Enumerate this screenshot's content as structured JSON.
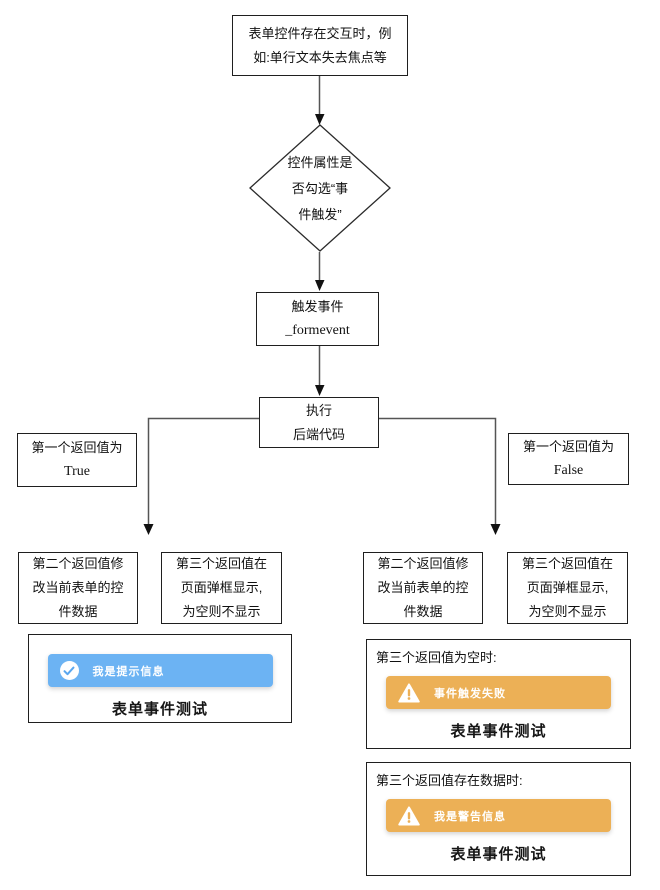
{
  "nodes": {
    "start": {
      "lines": [
        "表单控件存在交互时，例",
        "如:单行文本失去焦点等"
      ]
    },
    "decision": {
      "lines": [
        "控件属性是",
        "否勾选“事",
        "件触发”"
      ]
    },
    "trigger": {
      "lines": [
        "触发事件",
        "_formevent"
      ]
    },
    "execute": {
      "lines": [
        "执行",
        "后端代码"
      ]
    },
    "branch_true": {
      "lines": [
        "第一个返回值为",
        "True"
      ]
    },
    "branch_false": {
      "lines": [
        "第一个返回值为",
        "False"
      ]
    },
    "left_second": {
      "lines": [
        "第二个返回值修",
        "改当前表单的控",
        "件数据"
      ]
    },
    "left_third": {
      "lines": [
        "第三个返回值在",
        "页面弹框显示,",
        "为空则不显示"
      ]
    },
    "right_second": {
      "lines": [
        "第二个返回值修",
        "改当前表单的控",
        "件数据"
      ]
    },
    "right_third": {
      "lines": [
        "第三个返回值在",
        "页面弹框显示,",
        "为空则不显示"
      ]
    }
  },
  "panels": {
    "success": {
      "toast_text": "我是提示信息",
      "caption": "表单事件测试"
    },
    "warn_empty": {
      "title": "第三个返回值为空时:",
      "toast_text": "事件触发失败",
      "caption": "表单事件测试"
    },
    "warn_data": {
      "title": "第三个返回值存在数据时:",
      "toast_text": "我是警告信息",
      "caption": "表单事件测试"
    }
  },
  "colors": {
    "info_toast": "#6cb3f3",
    "warning_toast": "#ecb056",
    "box_border": "#1f1f1f",
    "connector": "#555555",
    "toast_text": "#ffffff"
  }
}
